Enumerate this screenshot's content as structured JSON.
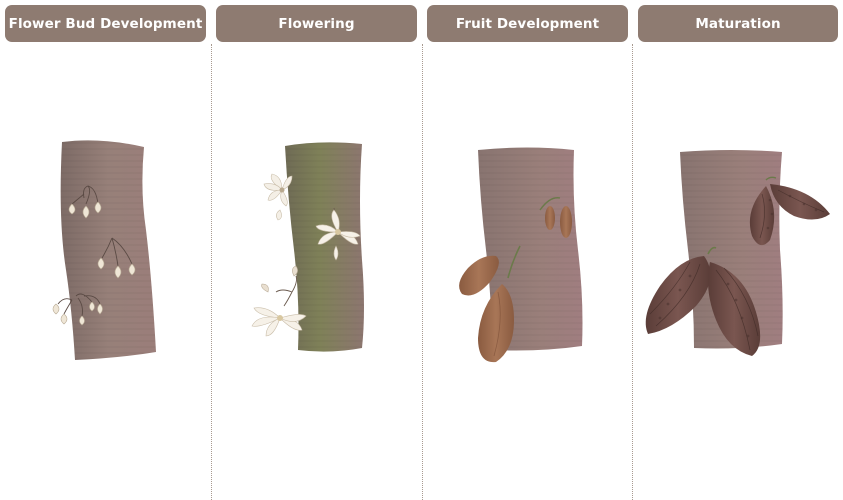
{
  "colors": {
    "header_bg": "#8e7b71",
    "header_text": "#ffffff",
    "divider": "#a89a90",
    "trunk": "#8f7a74",
    "trunk_green": "#7f8158",
    "flower": "#f3eee6",
    "young_fruit": "#9b6b4f",
    "ripe_pod": "#6b4a43"
  },
  "stages": [
    {
      "label": "Flower Bud Development",
      "illustration": "trunk-with-flower-buds"
    },
    {
      "label": "Flowering",
      "illustration": "trunk-with-open-flowers"
    },
    {
      "label": "Fruit Development",
      "illustration": "trunk-with-young-pods"
    },
    {
      "label": "Maturation",
      "illustration": "trunk-with-ripe-cacao-pods"
    }
  ]
}
